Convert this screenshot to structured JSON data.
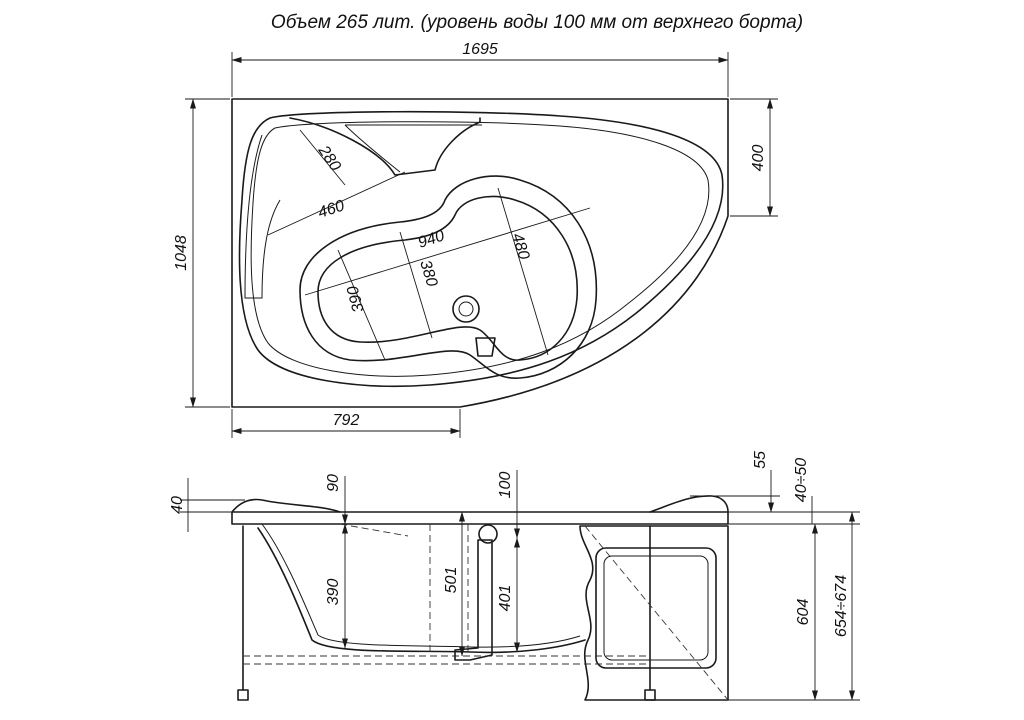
{
  "title": "Объем 265 лит. (уровень воды 100 мм от верхнего борта)",
  "top_view": {
    "width_total": "1695",
    "depth_total": "1048",
    "left_width": "792",
    "right_depth": "400",
    "seat_280": "280",
    "seat_460": "460",
    "basin_length": "940",
    "basin_width_right": "480",
    "basin_width_mid": "380",
    "basin_width_left": "390"
  },
  "side_view": {
    "rim_40": "40",
    "depth_90": "90",
    "depth_100": "100",
    "depth_55": "55",
    "range_40_50": "40÷50",
    "depth_390": "390",
    "depth_501": "501",
    "depth_401": "401",
    "height_604": "604",
    "height_654_674": "654÷674"
  }
}
